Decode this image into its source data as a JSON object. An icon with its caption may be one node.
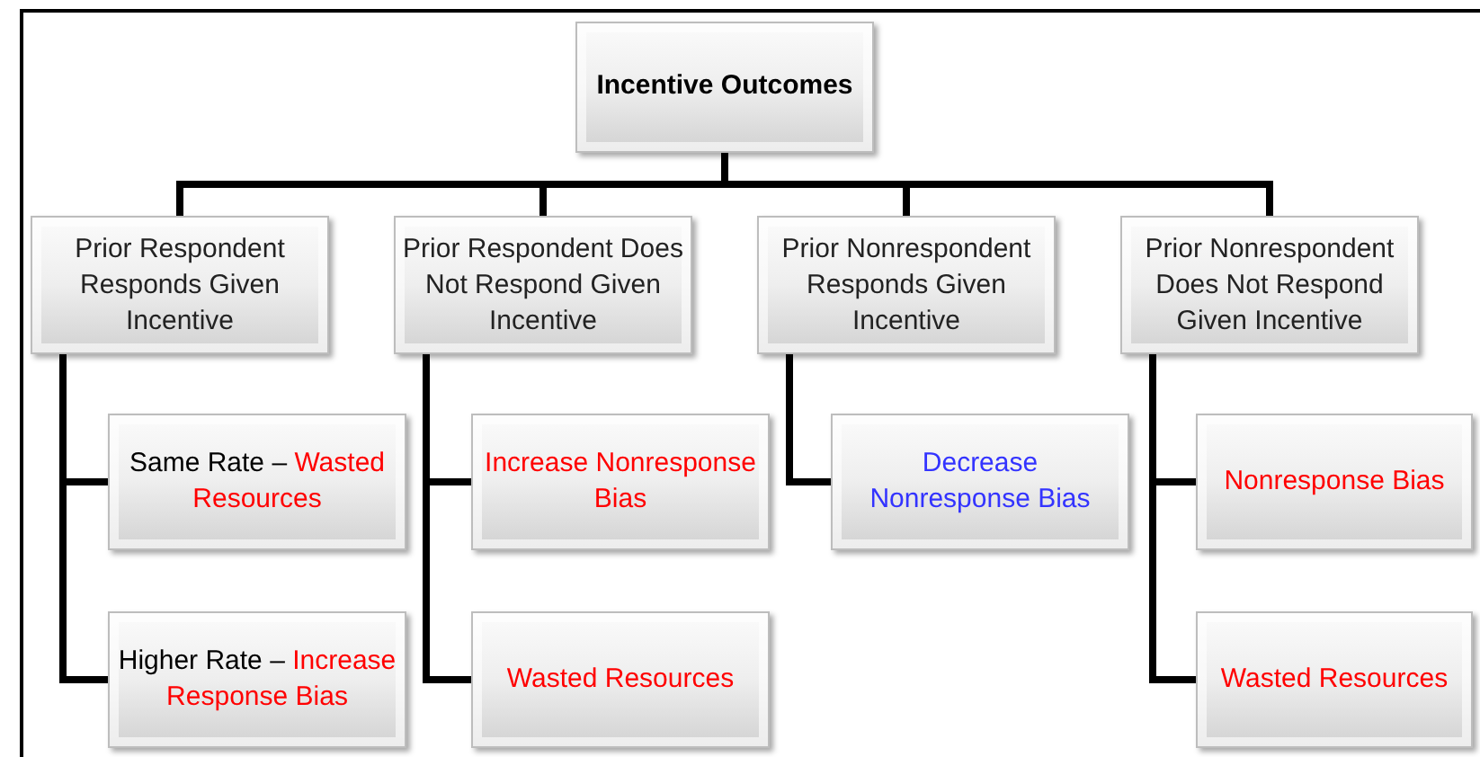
{
  "diagram": {
    "nodes": [
      {
        "text": [
          "Incentive Outcomes"
        ]
      },
      {
        "text": [
          "Prior Respondent Responds Given Incentive"
        ]
      },
      {
        "text": [
          "Prior Respondent Does Not Respond Given Incentive"
        ]
      },
      {
        "text": [
          "Prior Nonrespondent Responds Given Incentive"
        ]
      },
      {
        "text": [
          "Prior Nonrespondent Does Not Respond Given Incentive"
        ]
      },
      {
        "text": [
          "Same Rate –",
          "Wasted Resources"
        ]
      },
      {
        "text": [
          "Higher Rate –",
          "Increase Response Bias"
        ]
      },
      {
        "text": [
          "Increase Nonresponse Bias"
        ]
      },
      {
        "text": [
          "Wasted Resources"
        ]
      },
      {
        "text": [
          "Decrease Nonresponse Bias"
        ]
      },
      {
        "text": [
          "Nonresponse Bias"
        ]
      },
      {
        "text": [
          "Wasted Resources"
        ]
      }
    ],
    "edges": [
      {
        "from": 0,
        "to": 1,
        "arrow": "none"
      },
      {
        "from": 0,
        "to": 2,
        "arrow": "none"
      },
      {
        "from": 0,
        "to": 3,
        "arrow": "none"
      },
      {
        "from": 0,
        "to": 4,
        "arrow": "none"
      },
      {
        "from": 1,
        "to": 5,
        "arrow": "none"
      },
      {
        "from": 1,
        "to": 6,
        "arrow": "none"
      },
      {
        "from": 2,
        "to": 7,
        "arrow": "none"
      },
      {
        "from": 2,
        "to": 8,
        "arrow": "none"
      },
      {
        "from": 3,
        "to": 9,
        "arrow": "none"
      },
      {
        "from": 4,
        "to": 10,
        "arrow": "none"
      },
      {
        "from": 4,
        "to": 11,
        "arrow": "none"
      }
    ]
  }
}
